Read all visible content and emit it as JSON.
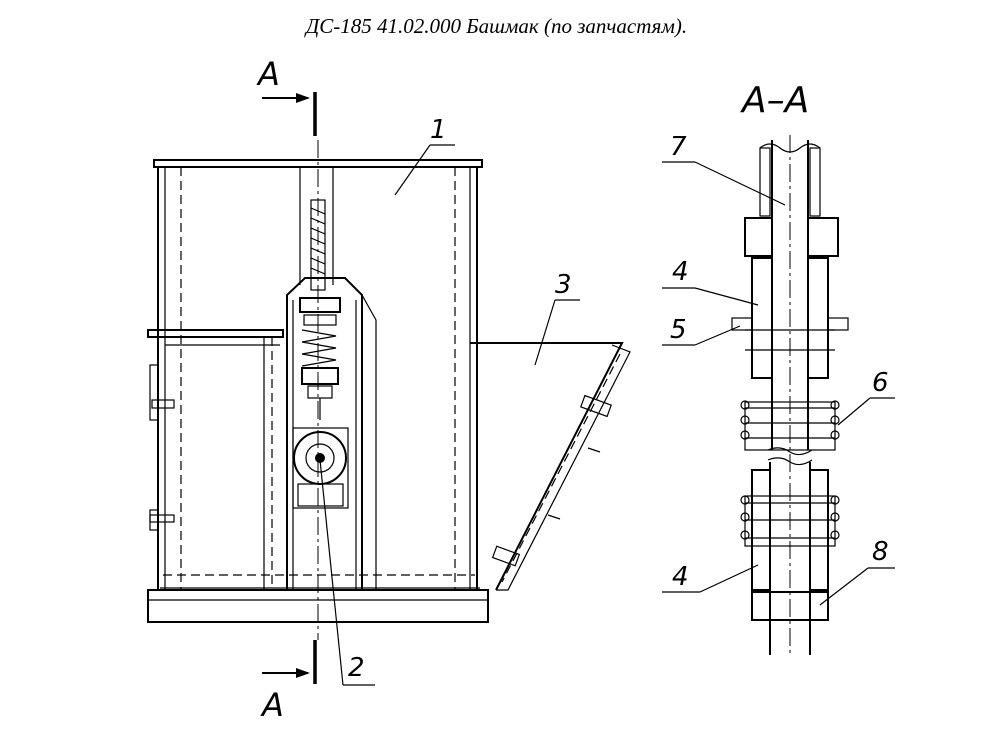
{
  "title": "ДС-185 41.02.000  Башмак (по запчастям).",
  "section": {
    "cut_label_top": "А",
    "cut_label_bottom": "А",
    "view_label": "А–А"
  },
  "callouts": {
    "c1": "1",
    "c2": "2",
    "c3": "3",
    "c4a": "4",
    "c4b": "4",
    "c5": "5",
    "c6": "6",
    "c7": "7",
    "c8": "8"
  }
}
